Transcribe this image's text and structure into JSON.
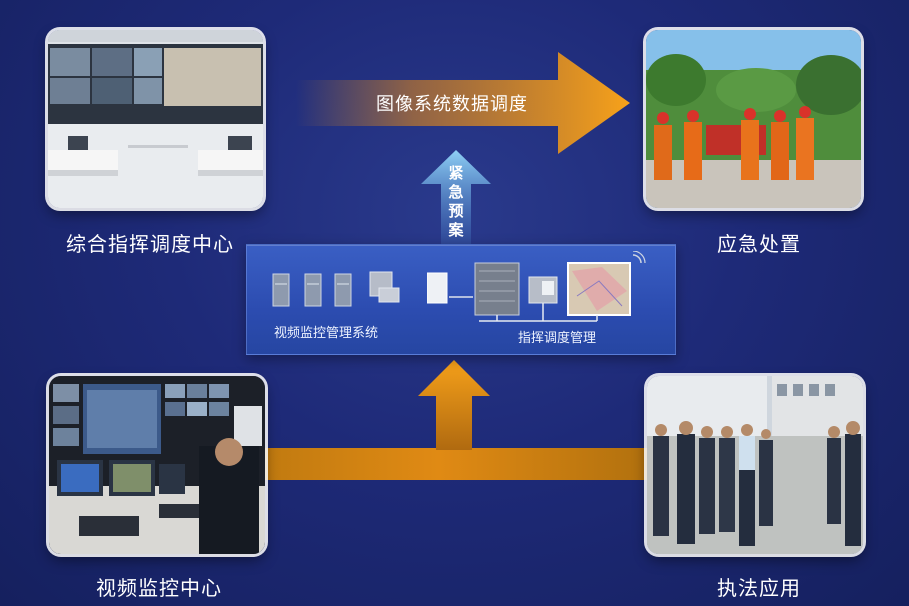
{
  "nodes": {
    "command_center": "综合指挥调度中心",
    "emergency": "应急处置",
    "video_center": "视频监控中心",
    "law_enforcement": "执法应用"
  },
  "arrows": {
    "top_label": "图像系统数据调度",
    "vertical_label": [
      "紧",
      "急",
      "预",
      "案"
    ]
  },
  "panel": {
    "left_label": "视频监控管理系统",
    "right_label": "指挥调度管理"
  },
  "colors": {
    "arrow_orange": "#f0920e",
    "arrow_blue": "#6fb4e6",
    "background": "#1e2a78",
    "panel": "#2c4cb0"
  }
}
